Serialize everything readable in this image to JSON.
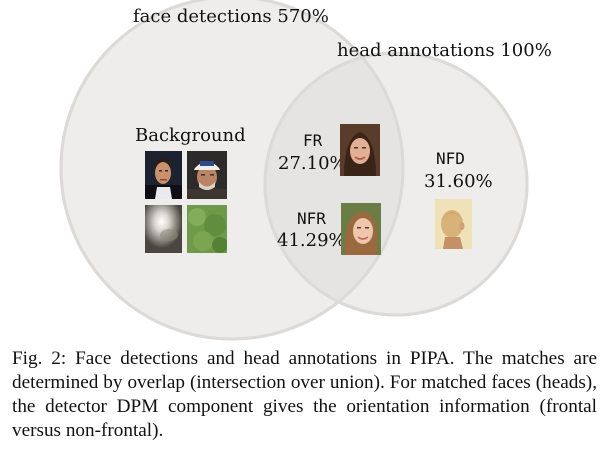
{
  "venn": {
    "face_set": {
      "title": "face detections",
      "value": "570%"
    },
    "head_set": {
      "title": "head annotations",
      "value": "100%"
    },
    "regions": {
      "background": {
        "label": "Background"
      },
      "fr": {
        "code": "FR",
        "value": "27.10%"
      },
      "nfr": {
        "code": "NFR",
        "value": "41.29%"
      },
      "nfd": {
        "code": "NFD",
        "value": "31.60%"
      }
    },
    "colors": {
      "circle_fill": "#efedeb",
      "circle_stroke": "#dcdad8",
      "overlap_fill": "#e6e4e2"
    }
  },
  "thumbnails": [
    {
      "icon": "man-face-photo"
    },
    {
      "icon": "man-with-cap-photo"
    },
    {
      "icon": "blurry-light-photo"
    },
    {
      "icon": "green-foliage-photo"
    },
    {
      "icon": "woman-frontal-face-photo"
    },
    {
      "icon": "girl-nonfrontal-face-photo"
    },
    {
      "icon": "back-of-head-photo"
    }
  ],
  "caption": {
    "text": "Fig. 2: Face detections and head annotations in PIPA. The matches are determined by overlap (intersection over union). For matched faces (heads), the detector DPM component gives the orientation information (frontal versus non-frontal)."
  }
}
